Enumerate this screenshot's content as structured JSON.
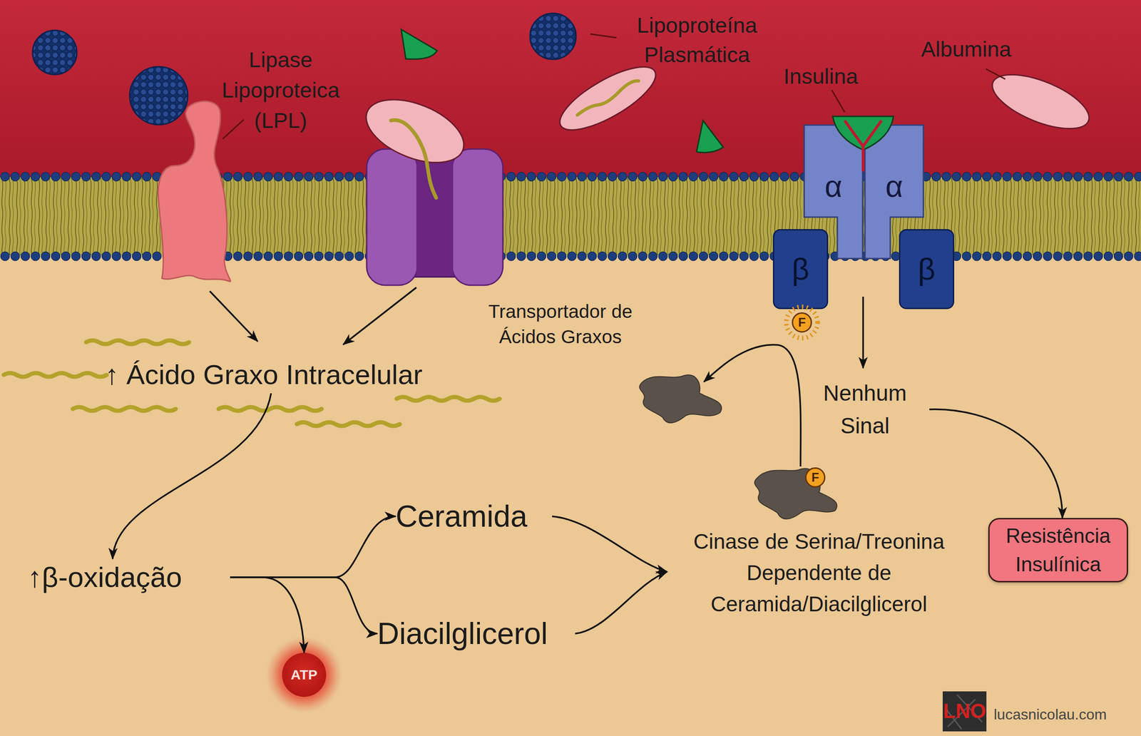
{
  "diagram": {
    "nodes": [
      {
        "text": [
          "α"
        ]
      },
      {
        "text": [
          "α"
        ]
      },
      {
        "text": [
          "β"
        ]
      },
      {
        "text": [
          "β"
        ]
      },
      {
        "text": [
          "F"
        ]
      },
      {
        "text": [
          "↑ Ácido Graxo Intracelular"
        ]
      },
      {
        "text": [
          "Nenhum Sinal"
        ]
      },
      {
        "text": [
          "F"
        ]
      },
      {
        "text": [
          "Ceramida"
        ]
      },
      {
        "text": [
          "Resistência Insulínica"
        ]
      },
      {
        "text": [
          "Cinase de Serina/Treonina Dependente de Ceramida/Diacilglicerol"
        ]
      },
      {
        "text": [
          "↑β-oxidação"
        ]
      },
      {
        "text": [
          "Diacilglicerol"
        ]
      },
      {
        "text": [
          "ATP"
        ]
      }
    ],
    "edges": [
      {
        "from": 5,
        "to": 11,
        "arrow": "to"
      },
      {
        "from": 11,
        "to": 8,
        "arrow": "to"
      },
      {
        "from": 11,
        "to": 12,
        "arrow": "to"
      },
      {
        "from": 11,
        "to": 13,
        "arrow": "to"
      },
      {
        "from": 8,
        "to": 10,
        "arrow": "to"
      },
      {
        "from": 12,
        "to": 10,
        "arrow": "to"
      },
      {
        "from": 6,
        "to": 9,
        "arrow": "to"
      }
    ],
    "labels": [
      "Lipoproteína Plasmática",
      "Albumina",
      "Lipase Lipoproteica (LPL)",
      "Insulina",
      "Transportador de Ácidos Graxos",
      "LNO",
      "lucasnicolau.com"
    ]
  }
}
